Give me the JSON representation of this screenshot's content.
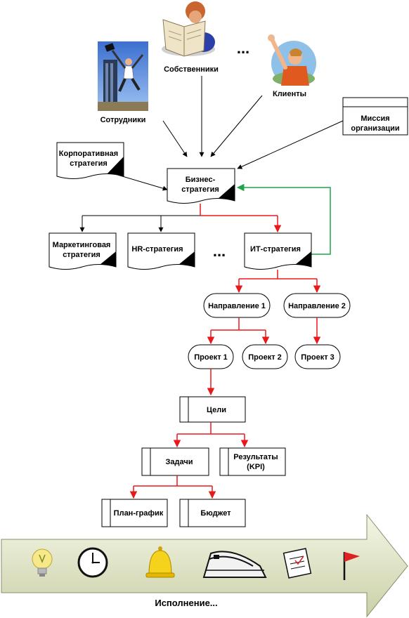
{
  "stakeholders": {
    "employees": "Сотрудники",
    "owners": "Собственники",
    "clients": "Клиенты",
    "ellipsis_top": "..."
  },
  "mission": {
    "line1": "Миссия",
    "line2": "организации"
  },
  "corporate_strategy": {
    "line1": "Корпоративная",
    "line2": "стратегия"
  },
  "business_strategy": {
    "line1": "Бизнес-",
    "line2": "стратегия"
  },
  "functional_strategies": {
    "marketing_line1": "Маркетинговая",
    "marketing_line2": "стратегия",
    "hr": "HR-стратегия",
    "ellipsis": "...",
    "it": "ИТ-стратегия"
  },
  "directions": {
    "d1": "Направление 1",
    "d2": "Направление 2"
  },
  "projects": {
    "p1": "Проект 1",
    "p2": "Проект 2",
    "p3": "Проект 3"
  },
  "goals": "Цели",
  "tasks": "Задачи",
  "results": {
    "line1": "Результаты",
    "line2": "(KPI)"
  },
  "schedule": "План-график",
  "budget": "Бюджет",
  "execution": "Исполнение...",
  "colors": {
    "red": "#e8191b",
    "green": "#22a34a",
    "black": "#000000",
    "band": "#dfe3c6"
  },
  "icons": [
    "lightbulb-icon",
    "clock-icon",
    "bell-icon",
    "train-icon",
    "checklist-icon",
    "flag-icon"
  ]
}
